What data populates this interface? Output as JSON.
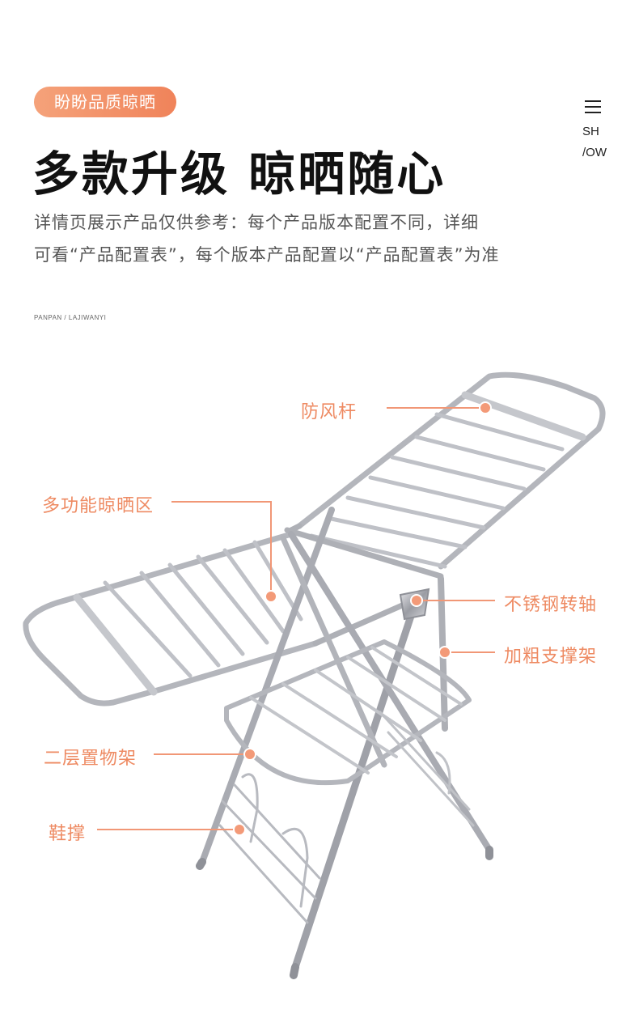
{
  "badge": "盼盼品质晾晒",
  "menu": {
    "icon": "hamburger-menu-icon",
    "line1": "SH",
    "line2": "/OW"
  },
  "title": "多款升级 晾晒随心",
  "description": {
    "line1": "详情页展示产品仅供参考：每个产品版本配置不同，详细",
    "line2": "可看“产品配置表”，每个版本产品配置以“产品配置表”为准"
  },
  "brand_line": "PANPAN / LAJIWANYI",
  "callouts": {
    "windproof_bar": "防风杆",
    "multi_drying_area": "多功能晾晒区",
    "stainless_hinge": "不锈钢转轴",
    "thick_support": "加粗支撑架",
    "second_shelf": "二层置物架",
    "shoe_rack": "鞋撑"
  },
  "colors": {
    "accent": "#f0835a",
    "callout_text": "#ee8a62",
    "callout_line": "#f19776",
    "title": "#111111"
  }
}
